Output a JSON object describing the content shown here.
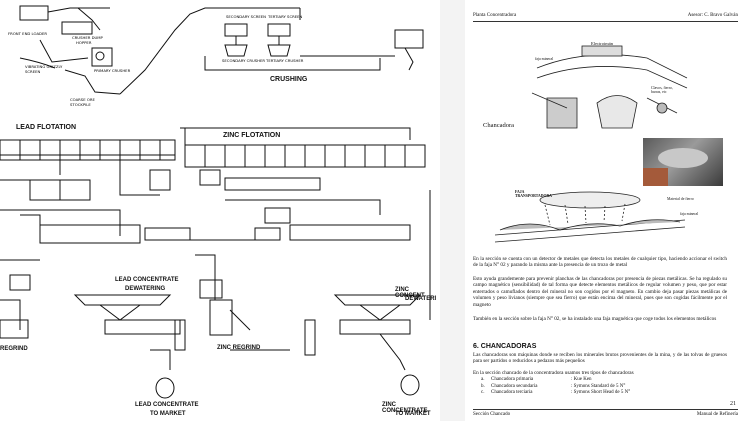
{
  "flowsheet": {
    "crushing": "CRUSHING",
    "lead_flotation": "LEAD FLOTATION",
    "zinc_flotation": "ZINC FLOTATION",
    "lead_concentrate_dewatering_1": "LEAD CONCENTRATE",
    "lead_concentrate_dewatering_2": "DEWATERING",
    "zinc_concentrate_1": "ZINC CONCENT",
    "zinc_concentrate_2": "DEWATERI",
    "regrind_left": "REGRIND",
    "zinc_regrind": "ZINC REGRIND",
    "lead_market_1": "LEAD CONCENTRATE",
    "lead_market_2": "TO MARKET",
    "zinc_market_1": "ZINC CONCENTRATE",
    "zinc_market_2": "TO MARKET",
    "small_labels": {
      "front_end_loader": "FRONT END LOADER",
      "secondary_screen": "SECONDARY SCREEN",
      "tertiary_screen": "TERTIARY SCREEN",
      "crusher_dump": "CRUSHER DUMP",
      "hopper": "HOPPER",
      "primary_crusher": "PRIMARY CRUSHER",
      "vibrating_grizzly": "VIBRATING GRIZZLY SCREEN",
      "coarse_ore": "COARSE ORE STOCKPILE",
      "secondary_crusher": "SECONDARY CRUSHER",
      "tertiary_crusher": "TERTIARY CRUSHER"
    }
  },
  "document": {
    "header_left": "Planta Concentradora",
    "header_right": "Asesor: C. Bravo Galván",
    "figure_labels": {
      "electroiman": "Electroimán",
      "faja_mineral": "faja mineral",
      "clavos": "Clavos, fierro, barras, etc",
      "chancadora": "Chancadora",
      "faja_transportadora": "FAJA TRANSPORTADORA",
      "material_ferroso": "Material de fierro",
      "faja_mineral_2": "faja mineral"
    },
    "para1": "En la sección se cuenta con un detector de metales que detecta los metales de cualquier tipo, haciendo accionar el switch de la faja N° 02 y parando la misma ante la presencia de un trozo de metal",
    "para2": "Esto ayuda grandemente para prevenir planchas de las chancadoras por presencia de piezas metálicas. Se ha regulado su campo magnético (sensibilidad) de tal forma que detecte elementos metálicos de regular volumen y peso, que por estar enterrados o camuflados dentro del mineral no son cogidos por el magneto. En cambio deja pasar piezas metálicas de volumen y peso livianos (siempre que sea fierro) que están encima del mineral, pues que son cogidas fácilmente por el magneto",
    "para3": "También en la sección sobre la faja N° 02, se ha instalado una faja magnética que coge todos los elementos metálicos",
    "section_title": "6. CHANCADORAS",
    "para4": "Las chancadoras son máquinas donde se reciben los minerales brutos provenientes de la mina, y de las tolvas de gruesos para ser partidos o reducidos a pedazos más pequeños",
    "para5": "En la sección chancado de la concentradora usamos tres tipos de chancadoras",
    "list": [
      {
        "mark": "a.",
        "name": "Chancadora primaria",
        "model": ": Kue Ken"
      },
      {
        "mark": "b.",
        "name": "Chancadora secundaria",
        "model": ": Symons Standard de 5 N°"
      },
      {
        "mark": "c.",
        "name": "Chancadora terciaria",
        "model": ": Symons Short Head de 5 N°"
      }
    ],
    "page_number": "21",
    "footer_left": "Sección Chancado",
    "footer_right": "Manual de Refinería"
  }
}
